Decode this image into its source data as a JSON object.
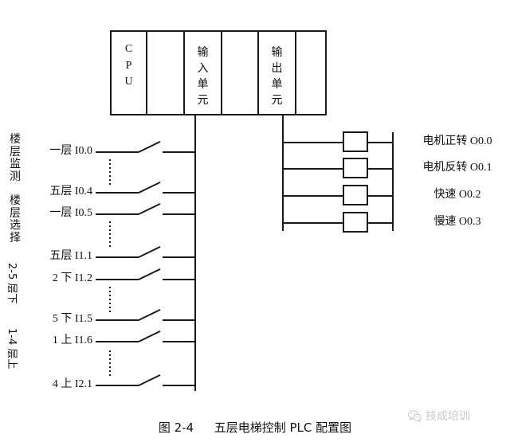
{
  "rack": {
    "cpu_label": [
      "C",
      "P",
      "U"
    ],
    "input_unit_label": [
      "输",
      "入",
      "单",
      "元"
    ],
    "output_unit_label": [
      "输",
      "出",
      "单",
      "元"
    ]
  },
  "groups": [
    {
      "name": "floor-monitoring",
      "text": [
        "楼",
        "层",
        "监",
        "测"
      ]
    },
    {
      "name": "floor-selection",
      "text": [
        "楼",
        "层",
        "选",
        "择"
      ]
    },
    {
      "name": "down-calls",
      "text": "2-5 层下"
    },
    {
      "name": "up-calls",
      "text": "1-4 层上"
    }
  ],
  "inputs": [
    {
      "label": "一层 I0.0"
    },
    {
      "label": "五层 I0.4"
    },
    {
      "label": "一层 I0.5"
    },
    {
      "label": "五层 I1.1"
    },
    {
      "label": "2 下 I1.2"
    },
    {
      "label": "5 下 I1.5"
    },
    {
      "label": "1 上 I1.6"
    },
    {
      "label": "4 上 I2.1"
    }
  ],
  "outputs": [
    {
      "label": "电机正转 O0.0"
    },
    {
      "label": "电机反转 O0.1"
    },
    {
      "label": "快速 O0.2"
    },
    {
      "label": "慢速 O0.3"
    }
  ],
  "caption": {
    "figure_number": "图 2-4",
    "title": "五层电梯控制 PLC 配置图"
  },
  "watermark": {
    "text": "技成培训"
  },
  "colors": {
    "line": "#1a1a1a",
    "text": "#111111",
    "watermark": "#c9c9c9",
    "background": "#ffffff"
  }
}
